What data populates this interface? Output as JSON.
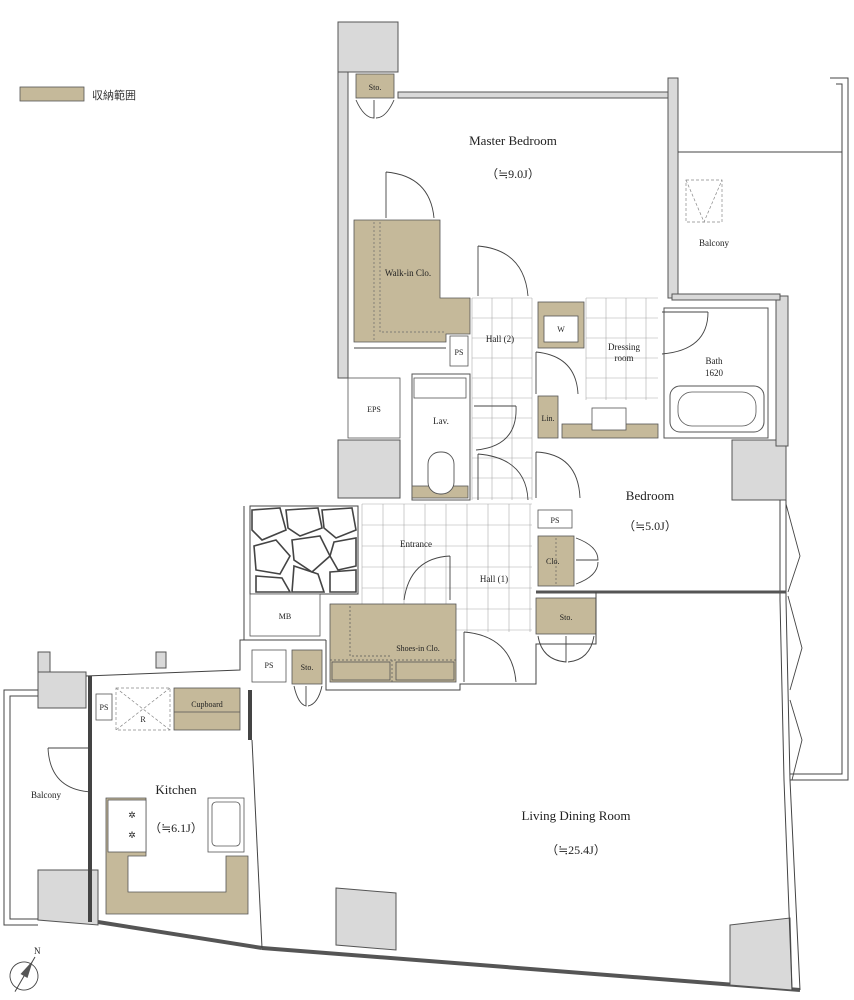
{
  "legend": {
    "label": "収納範囲",
    "color": "#c5b99a"
  },
  "compass": {
    "label": "N"
  },
  "rooms": {
    "master_bedroom": {
      "name": "Master Bedroom",
      "area": "（≒9.0J）"
    },
    "walk_in_closet": {
      "name": "Walk-in Clo."
    },
    "hall2": {
      "name": "Hall (2)"
    },
    "dressing_room": {
      "name": "Dressing",
      "name2": "room"
    },
    "bath": {
      "name": "Bath",
      "size": "1620"
    },
    "balcony_east": {
      "name": "Balcony"
    },
    "lavatory": {
      "name": "Lav."
    },
    "bedroom": {
      "name": "Bedroom",
      "area": "（≒5.0J）"
    },
    "entrance": {
      "name": "Entrance"
    },
    "hall1": {
      "name": "Hall (1)"
    },
    "shoes_in_closet": {
      "name": "Shoes-in Clo."
    },
    "kitchen": {
      "name": "Kitchen",
      "area": "（≒6.1J）"
    },
    "living_dining": {
      "name": "Living Dining Room",
      "area": "（≒25.4J）"
    },
    "balcony_west": {
      "name": "Balcony"
    }
  },
  "fixtures": {
    "sto_top": "Sto.",
    "sto_bedroom": "Sto.",
    "sto_kitchen": "Sto.",
    "eps": "EPS",
    "ps_hall": "PS",
    "ps_bedroom": "PS",
    "ps_mb": "PS",
    "ps_kitchen": "PS",
    "mb": "MB",
    "washer": "W",
    "linen": "Lin.",
    "bedroom_closet": "Clo.",
    "cupboard": "Cupboard",
    "refrigerator": "R"
  }
}
